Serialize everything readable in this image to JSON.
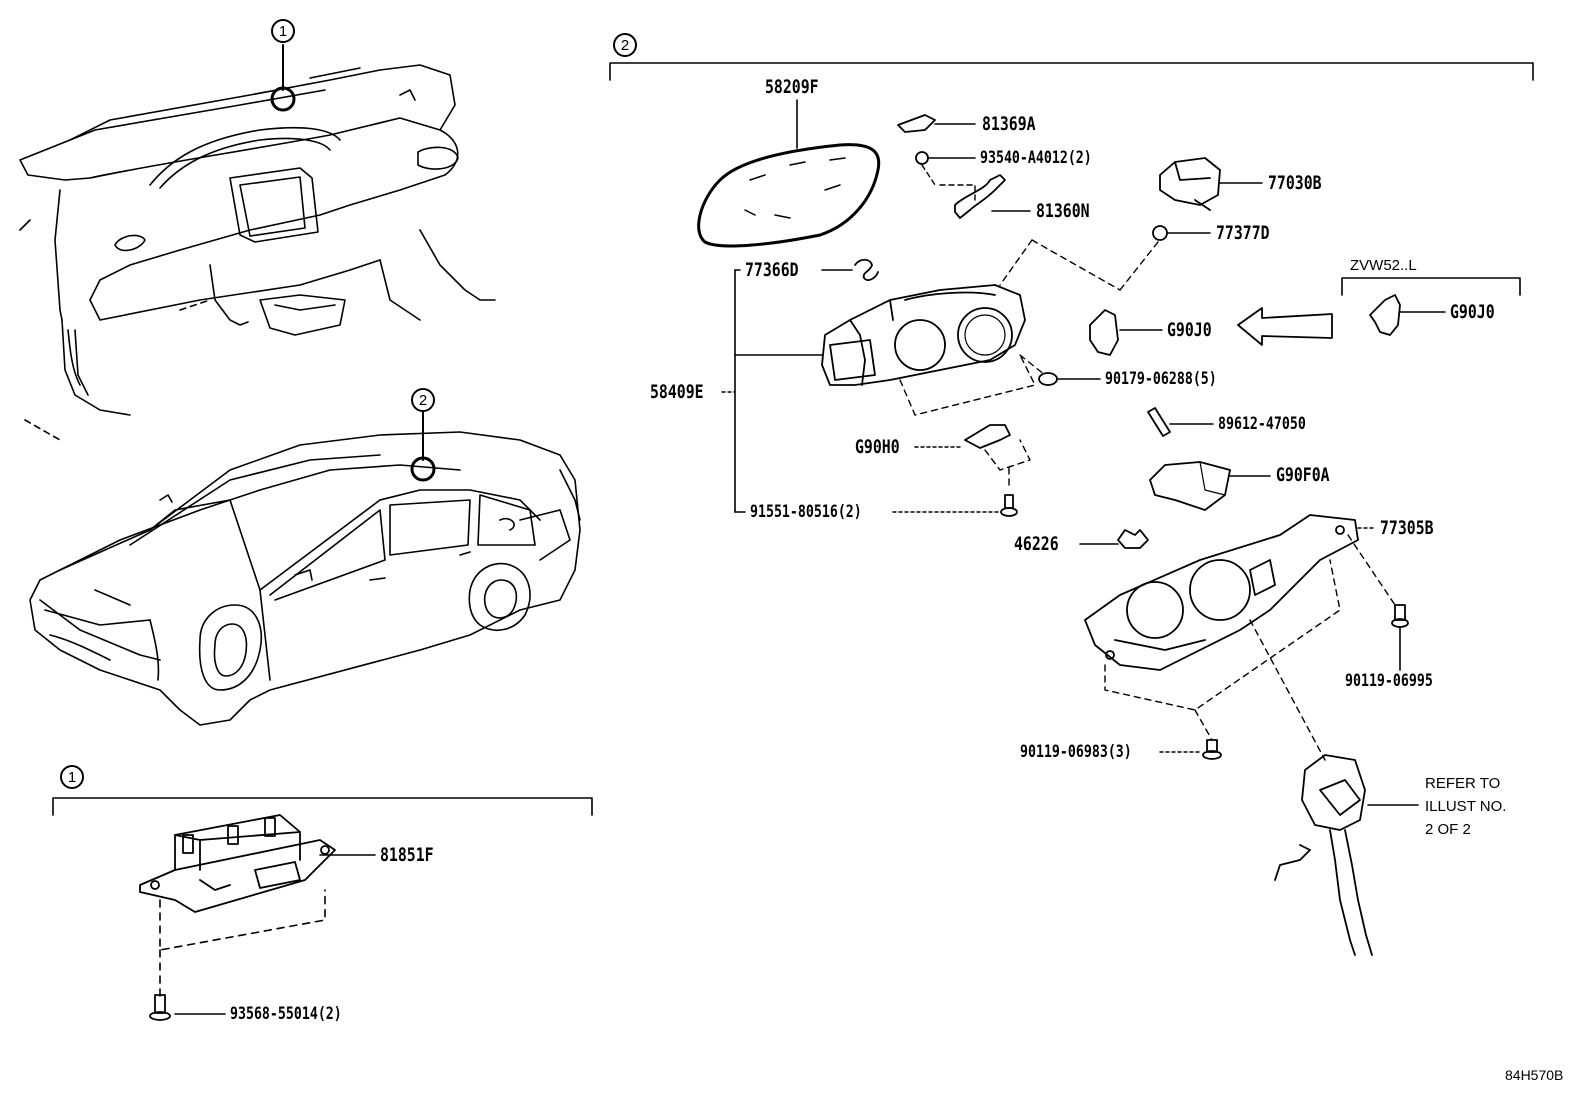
{
  "callouts": {
    "one": "1",
    "two": "2"
  },
  "parts": {
    "p58209F": "58209F",
    "p81369A": "81369A",
    "p93540": "93540-A4012(2)",
    "p81360N": "81360N",
    "p77030B": "77030B",
    "p77377D": "77377D",
    "p77366D": "77366D",
    "p58409E": "58409E",
    "pG90J0": "G90J0",
    "pG90J0b": "G90J0",
    "p90179": "90179-06288(5)",
    "p89612": "89612-47050",
    "pG90H0": "G90H0",
    "pG90F0A": "G90F0A",
    "p91551": "91551-80516(2)",
    "p46226": "46226",
    "p77305B": "77305B",
    "p90119a": "90119-06995",
    "p90119b": "90119-06983(3)",
    "p81851F": "81851F",
    "p93568": "93568-55014(2)"
  },
  "variant": "ZVW52..L",
  "refer": {
    "line1": "REFER TO",
    "line2": "ILLUST NO.",
    "line3": "2 OF 2"
  },
  "code": "84H570B"
}
